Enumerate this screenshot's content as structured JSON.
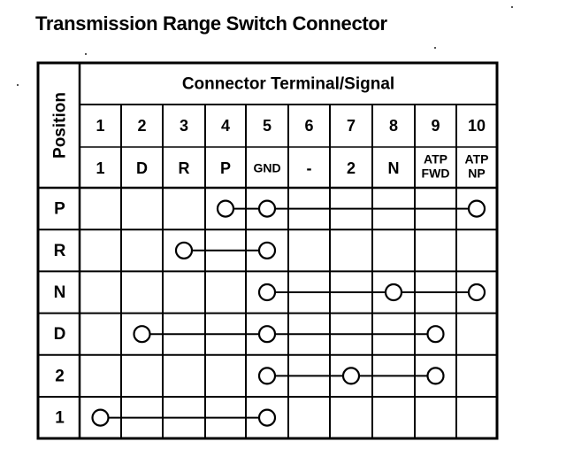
{
  "title": "Transmission Range Switch Connector",
  "header": "Connector Terminal/Signal",
  "position_label": "Position",
  "terminals": [
    "1",
    "2",
    "3",
    "4",
    "5",
    "6",
    "7",
    "8",
    "9",
    "10"
  ],
  "signals": [
    [
      "1"
    ],
    [
      "D"
    ],
    [
      "R"
    ],
    [
      "P"
    ],
    [
      "GND"
    ],
    [
      "-"
    ],
    [
      "2"
    ],
    [
      "N"
    ],
    [
      "ATP",
      "FWD"
    ],
    [
      "ATP",
      "NP"
    ]
  ],
  "rows": [
    {
      "position": "P",
      "connected": [
        4,
        5,
        10
      ]
    },
    {
      "position": "R",
      "connected": [
        3,
        5
      ]
    },
    {
      "position": "N",
      "connected": [
        5,
        8,
        10
      ]
    },
    {
      "position": "D",
      "connected": [
        2,
        5,
        9
      ]
    },
    {
      "position": "2",
      "connected": [
        5,
        7,
        9
      ]
    },
    {
      "position": "1",
      "connected": [
        1,
        5
      ]
    }
  ]
}
